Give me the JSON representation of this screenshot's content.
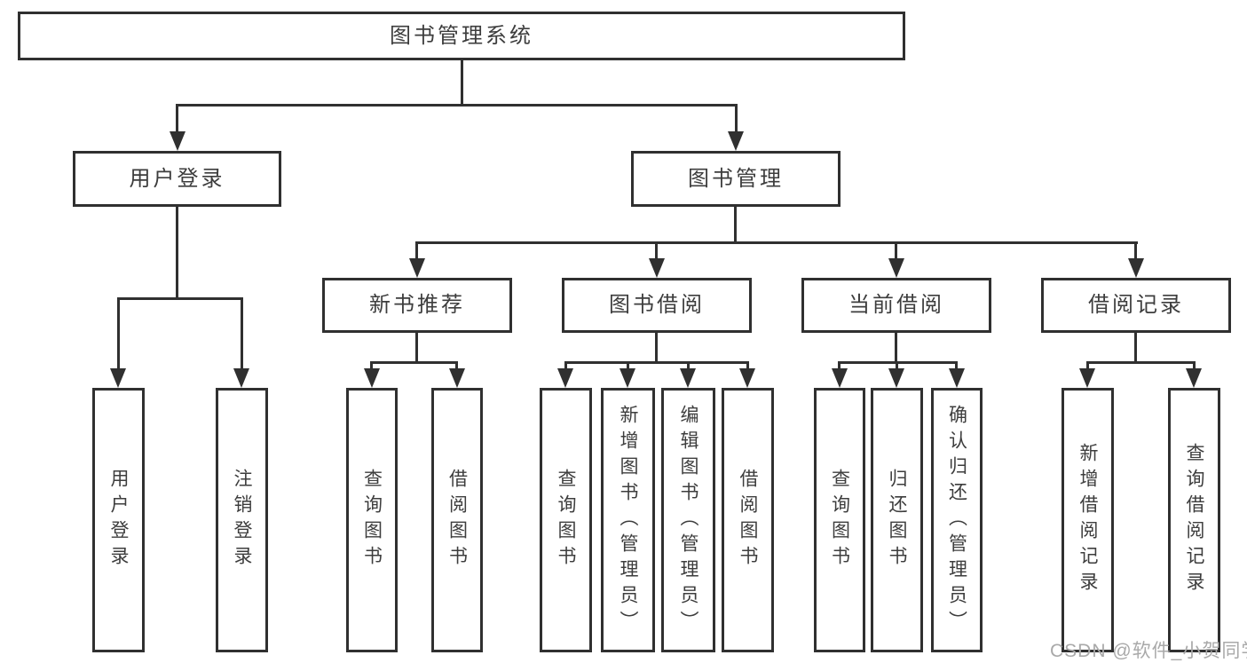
{
  "diagram": {
    "root": {
      "label": "图书管理系统"
    },
    "level2": {
      "user_login": {
        "label": "用户登录"
      },
      "book_mgmt": {
        "label": "图书管理"
      }
    },
    "level3": {
      "new_book": {
        "label": "新书推荐"
      },
      "book_borrow": {
        "label": "图书借阅"
      },
      "current_borrow": {
        "label": "当前借阅"
      },
      "borrow_records": {
        "label": "借阅记录"
      }
    },
    "leaves": {
      "user_login": [
        "用户登录",
        "注销登录"
      ],
      "new_book": [
        "查询图书",
        "借阅图书"
      ],
      "book_borrow": [
        "查询图书",
        "新增图书（管理员）",
        "编辑图书（管理员）",
        "借阅图书"
      ],
      "current_borrow": [
        "查询图书",
        "归还图书",
        "确认归还（管理员）"
      ],
      "borrow_records": [
        "新增借阅记录",
        "查询借阅记录"
      ]
    }
  },
  "watermark": {
    "text": "CSDN @软件_小贺同学"
  },
  "colors": {
    "line": "#303030",
    "text": "#3d3d3d",
    "background": "#ffffff",
    "watermark": "#a9a9a9"
  }
}
